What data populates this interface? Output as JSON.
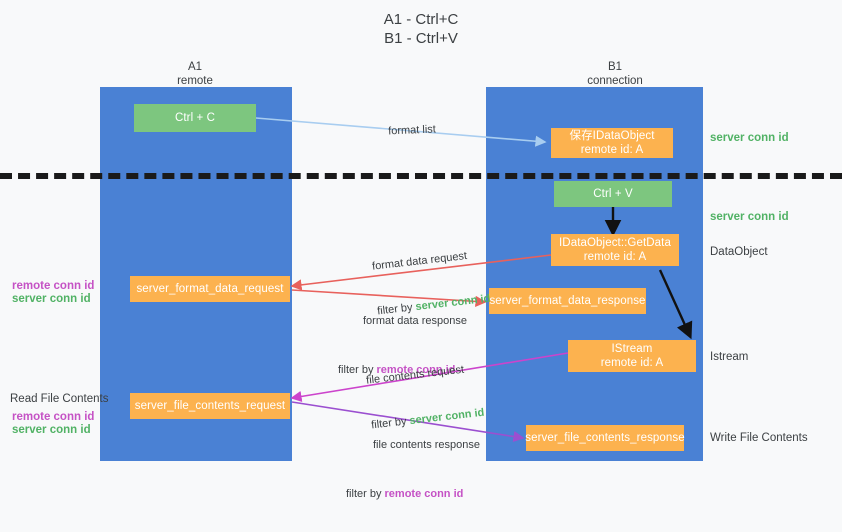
{
  "title": "A1 - Ctrl+C\nB1 - Ctrl+V",
  "lanes": [
    {
      "name": "A1",
      "sub": "remote"
    },
    {
      "name": "B1",
      "sub": "connection"
    }
  ],
  "nodes": {
    "ctrl_c": {
      "label": "Ctrl + C"
    },
    "ctrl_v": {
      "label": "Ctrl + V"
    },
    "save_idataobject": {
      "line1": "保存IDataObject",
      "line2": "remote id: A"
    },
    "getdata": {
      "line1": "IDataObject::GetData",
      "line2": "remote id: A"
    },
    "istream": {
      "line1": "IStream",
      "line2": "remote id: A"
    },
    "server_format_data_request": {
      "label": "server_format_data_request"
    },
    "server_format_data_response": {
      "label": "server_format_data_response"
    },
    "server_file_contents_request": {
      "label": "server_file_contents_request"
    },
    "server_file_contents_response": {
      "label": "server_file_contents_response"
    }
  },
  "edges": {
    "format_list": {
      "label": "format list"
    },
    "format_data_request": {
      "line1": "format data request",
      "filter_prefix": "filter by ",
      "filter_key": "server conn id"
    },
    "format_data_response": {
      "line1": "format data response",
      "filter_prefix": "filter by ",
      "filter_key": "remote conn id"
    },
    "file_contents_request": {
      "line1": "file contents request",
      "filter_prefix": "filter by ",
      "filter_key": "server conn id"
    },
    "file_contents_response": {
      "line1": "file contents response",
      "filter_prefix": "filter by ",
      "filter_key": "remote conn id"
    }
  },
  "annotations": {
    "right_server_conn_top": "server conn id",
    "right_server_conn_mid": "server conn id",
    "right_dataobject": "DataObject",
    "right_istream": "Istream",
    "right_write_file_contents": "Write File Contents",
    "left_remote_conn_1": "remote conn id",
    "left_server_conn_1": "server conn id",
    "left_read_file_contents": "Read File Contents",
    "left_remote_conn_2": "remote conn id",
    "left_server_conn_2": "server conn id"
  },
  "colors": {
    "lane_blue": "#4a81d4",
    "node_green": "#7dc67f",
    "node_orange": "#fcb24f",
    "conn_green": "#51b265",
    "conn_purple": "#c552c5",
    "arrow_lightblue": "#a8cdf0",
    "arrow_red": "#e8615c",
    "arrow_magenta": "#cc44cc",
    "arrow_purple": "#9b4fd0",
    "arrow_black": "#111111",
    "background": "#f8f9fa"
  }
}
